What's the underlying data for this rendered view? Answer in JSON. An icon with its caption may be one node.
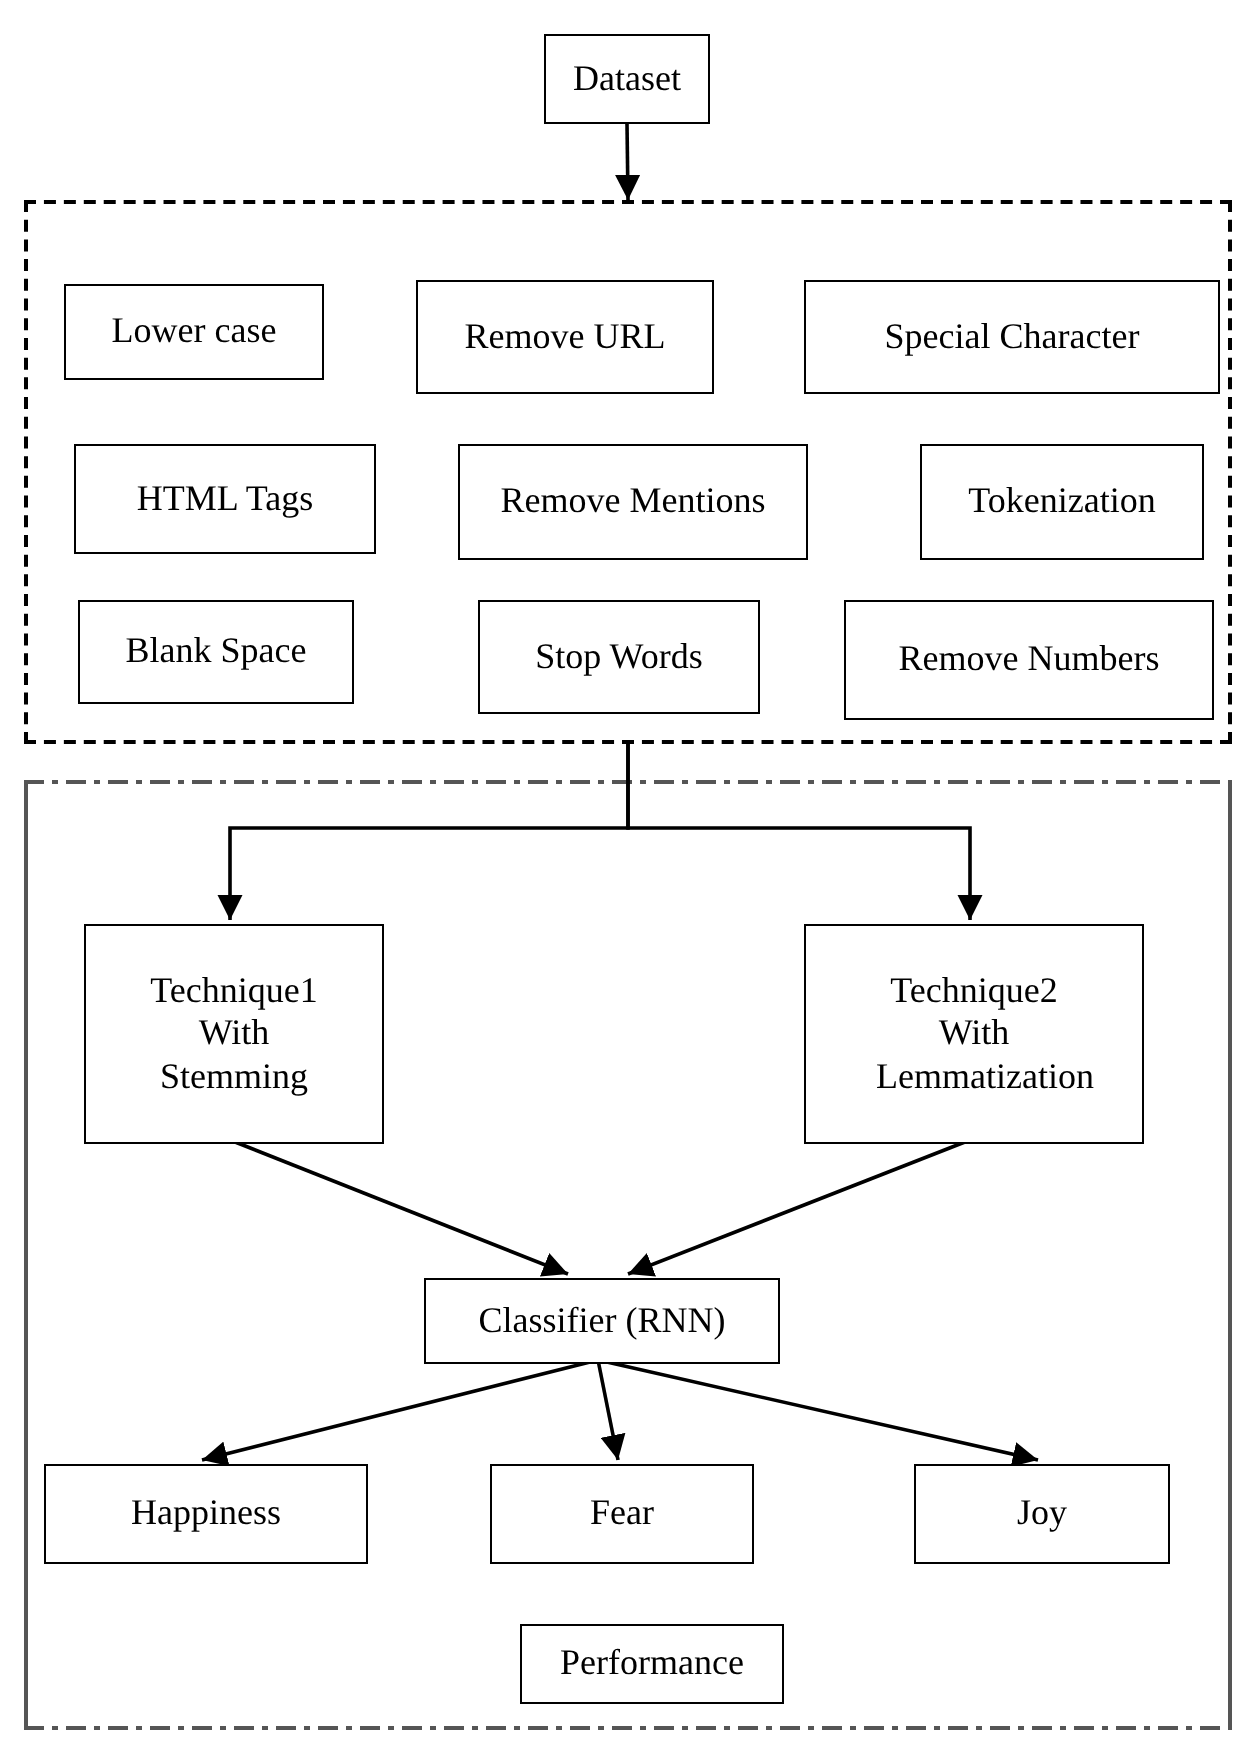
{
  "diagram": {
    "nodes": [
      {
        "text": [
          "Dataset"
        ]
      },
      {
        "text": [],
        "shape": "box"
      },
      {
        "text": [
          "Lower case"
        ],
        "in": 1
      },
      {
        "text": [
          "Remove URL"
        ],
        "in": 1
      },
      {
        "text": [
          "Special Character"
        ],
        "in": 1
      },
      {
        "text": [
          "HTML Tags"
        ],
        "in": 1
      },
      {
        "text": [
          "Remove Mentions"
        ],
        "in": 1
      },
      {
        "text": [
          "Tokenization"
        ],
        "in": 1
      },
      {
        "text": [
          "Blank Space"
        ],
        "in": 1
      },
      {
        "text": [
          "Stop Words"
        ],
        "in": 1
      },
      {
        "text": [
          "Remove Numbers"
        ],
        "in": 1
      },
      {
        "text": [],
        "shape": "box"
      },
      {
        "text": [
          "Technique1 With Stemming"
        ],
        "in": 11
      },
      {
        "text": [
          "Technique2 With Lemmatization"
        ],
        "in": 11
      },
      {
        "text": [
          "Classifier (RNN)"
        ],
        "in": 11
      },
      {
        "text": [
          "Happiness"
        ],
        "in": 11
      },
      {
        "text": [
          "Fear"
        ],
        "in": 11
      },
      {
        "text": [
          "Joy"
        ],
        "in": 11
      },
      {
        "text": [
          "Performance"
        ],
        "in": 11
      }
    ],
    "edges": [
      {
        "from": 0,
        "to": 1,
        "arrow": "to"
      },
      {
        "from": 1,
        "to": 12,
        "arrow": "to"
      },
      {
        "from": 1,
        "to": 13,
        "arrow": "to"
      },
      {
        "from": 12,
        "to": 14,
        "arrow": "to"
      },
      {
        "from": 13,
        "to": 14,
        "arrow": "to"
      },
      {
        "from": 14,
        "to": 15,
        "arrow": "to"
      },
      {
        "from": 14,
        "to": 16,
        "arrow": "to"
      },
      {
        "from": 14,
        "to": 17,
        "arrow": "to"
      }
    ]
  }
}
